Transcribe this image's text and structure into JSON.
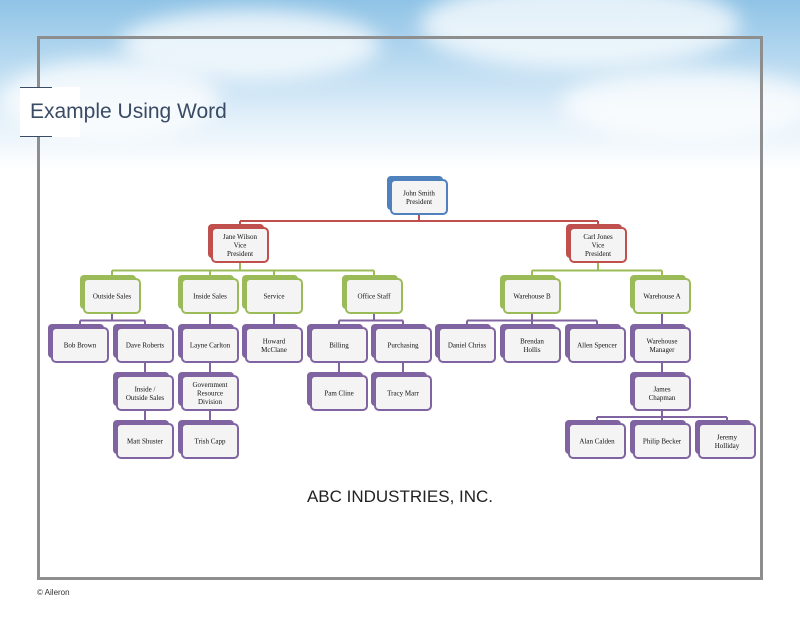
{
  "slide": {
    "title": "Example Using Word",
    "company": "ABC INDUSTRIES, INC.",
    "copyright": "© Aileron"
  },
  "colors": {
    "president": "#4f81bd",
    "vp": "#c0504d",
    "dept": "#9bbb59",
    "staff": "#8064a2",
    "connector_vp": "#c0504d",
    "connector_dept": "#9bbb59",
    "connector_staff": "#8064a2"
  },
  "org": {
    "nodes": [
      {
        "id": "president",
        "lines": [
          "John Smith",
          "President"
        ],
        "level": "president"
      },
      {
        "id": "vp-jane",
        "lines": [
          "Jane Wilson",
          "Vice",
          "President"
        ],
        "level": "vp"
      },
      {
        "id": "vp-carl",
        "lines": [
          "Carl Jones",
          "Vice",
          "President"
        ],
        "level": "vp"
      },
      {
        "id": "outside-sales",
        "lines": [
          "Outside Sales"
        ],
        "level": "dept"
      },
      {
        "id": "inside-sales",
        "lines": [
          "Inside Sales"
        ],
        "level": "dept"
      },
      {
        "id": "service",
        "lines": [
          "Service"
        ],
        "level": "dept"
      },
      {
        "id": "office-staff",
        "lines": [
          "Office Staff"
        ],
        "level": "dept"
      },
      {
        "id": "warehouse-b",
        "lines": [
          "Warehouse B"
        ],
        "level": "dept"
      },
      {
        "id": "warehouse-a",
        "lines": [
          "Warehouse A"
        ],
        "level": "dept"
      },
      {
        "id": "bob-brown",
        "lines": [
          "Bob Brown"
        ],
        "level": "staff"
      },
      {
        "id": "dave-roberts",
        "lines": [
          "Dave Roberts"
        ],
        "level": "staff"
      },
      {
        "id": "layne-carlton",
        "lines": [
          "Layne Carlton"
        ],
        "level": "staff"
      },
      {
        "id": "howard-mcclane",
        "lines": [
          "Howard",
          "McClane"
        ],
        "level": "staff"
      },
      {
        "id": "billing",
        "lines": [
          "Billing"
        ],
        "level": "staff"
      },
      {
        "id": "purchasing",
        "lines": [
          "Purchasing"
        ],
        "level": "staff"
      },
      {
        "id": "daniel-chriss",
        "lines": [
          "Daniel Chriss"
        ],
        "level": "staff"
      },
      {
        "id": "brendan-hollis",
        "lines": [
          "Brendan",
          "Hollis"
        ],
        "level": "staff"
      },
      {
        "id": "allen-spencer",
        "lines": [
          "Allen Spencer"
        ],
        "level": "staff"
      },
      {
        "id": "warehouse-manager",
        "lines": [
          "Warehouse",
          "Manager"
        ],
        "level": "staff"
      },
      {
        "id": "inside-outside-sales",
        "lines": [
          "Inside /",
          "Outside Sales"
        ],
        "level": "staff"
      },
      {
        "id": "gov-resource",
        "lines": [
          "Government",
          "Resource",
          "Division"
        ],
        "level": "staff"
      },
      {
        "id": "pam-cline",
        "lines": [
          "Pam Cline"
        ],
        "level": "staff"
      },
      {
        "id": "tracy-marr",
        "lines": [
          "Tracy Marr"
        ],
        "level": "staff"
      },
      {
        "id": "james-chapman",
        "lines": [
          "James",
          "Chapman"
        ],
        "level": "staff"
      },
      {
        "id": "matt-shuster",
        "lines": [
          "Matt Shuster"
        ],
        "level": "staff"
      },
      {
        "id": "trish-capp",
        "lines": [
          "Trish Capp"
        ],
        "level": "staff"
      },
      {
        "id": "alan-calden",
        "lines": [
          "Alan Calden"
        ],
        "level": "staff"
      },
      {
        "id": "philip-becker",
        "lines": [
          "Philip Becker"
        ],
        "level": "staff"
      },
      {
        "id": "jeremy-holliday",
        "lines": [
          "Jeremy",
          "Holliday"
        ],
        "level": "staff"
      }
    ],
    "edges": [
      [
        "president",
        "vp-jane"
      ],
      [
        "president",
        "vp-carl"
      ],
      [
        "vp-jane",
        "outside-sales"
      ],
      [
        "vp-jane",
        "inside-sales"
      ],
      [
        "vp-jane",
        "service"
      ],
      [
        "vp-jane",
        "office-staff"
      ],
      [
        "vp-carl",
        "warehouse-b"
      ],
      [
        "vp-carl",
        "warehouse-a"
      ],
      [
        "outside-sales",
        "bob-brown"
      ],
      [
        "outside-sales",
        "dave-roberts"
      ],
      [
        "inside-sales",
        "layne-carlton"
      ],
      [
        "service",
        "howard-mcclane"
      ],
      [
        "office-staff",
        "billing"
      ],
      [
        "office-staff",
        "purchasing"
      ],
      [
        "warehouse-b",
        "daniel-chriss"
      ],
      [
        "warehouse-b",
        "brendan-hollis"
      ],
      [
        "warehouse-b",
        "allen-spencer"
      ],
      [
        "warehouse-a",
        "warehouse-manager"
      ],
      [
        "dave-roberts",
        "inside-outside-sales"
      ],
      [
        "layne-carlton",
        "gov-resource"
      ],
      [
        "billing",
        "pam-cline"
      ],
      [
        "purchasing",
        "tracy-marr"
      ],
      [
        "warehouse-manager",
        "james-chapman"
      ],
      [
        "inside-outside-sales",
        "matt-shuster"
      ],
      [
        "gov-resource",
        "trish-capp"
      ],
      [
        "james-chapman",
        "alan-calden"
      ],
      [
        "james-chapman",
        "philip-becker"
      ],
      [
        "james-chapman",
        "jeremy-holliday"
      ]
    ]
  }
}
